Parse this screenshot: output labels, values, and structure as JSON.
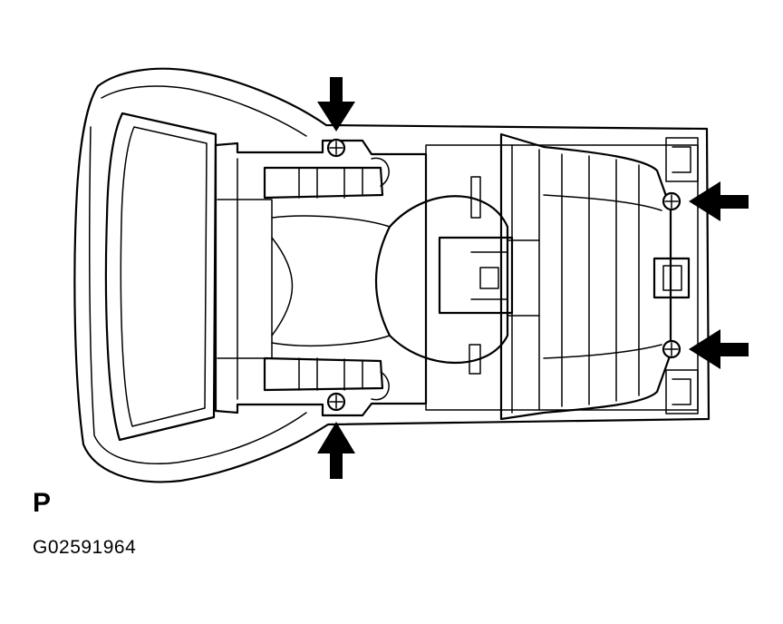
{
  "figure": {
    "view_label": "P",
    "code": "G02591964",
    "ink_color": "#000000",
    "background_color": "#ffffff"
  },
  "arrows": [
    {
      "name": "arrow-top-screw",
      "direction": "down"
    },
    {
      "name": "arrow-bottom-screw",
      "direction": "up"
    },
    {
      "name": "arrow-right-upper-screw",
      "direction": "left"
    },
    {
      "name": "arrow-right-lower-screw",
      "direction": "left"
    }
  ],
  "screws": [
    {
      "name": "screw-top"
    },
    {
      "name": "screw-bottom"
    },
    {
      "name": "screw-right-upper"
    },
    {
      "name": "screw-right-lower"
    }
  ]
}
